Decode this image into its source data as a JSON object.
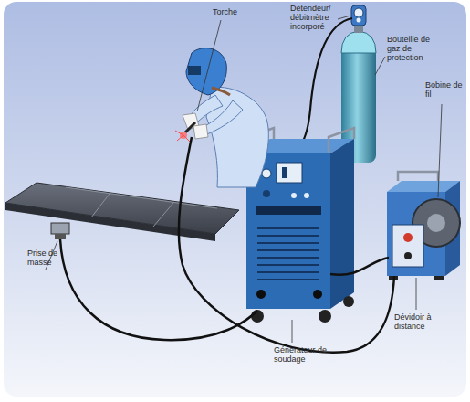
{
  "diagram": {
    "labels": [
      "Torche",
      "Détendeur/ débitmètre incorporé",
      "Bouteille de gaz de protection",
      "Bobine de fil",
      "Prise de masse",
      "Dévidoir à distance",
      "Générateur de soudage"
    ]
  }
}
